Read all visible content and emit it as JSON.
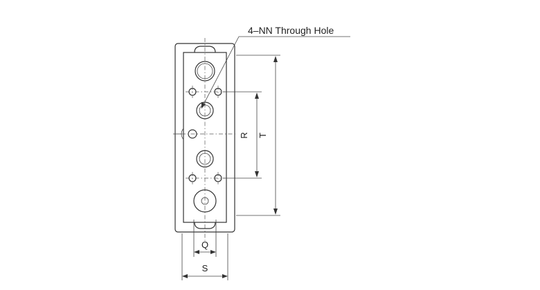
{
  "callout": {
    "text": "4–NN Through Hole"
  },
  "dimensions": {
    "q": "Q",
    "s": "S",
    "r": "R",
    "t": "T"
  },
  "colors": {
    "line": "#333333",
    "background": "#ffffff"
  }
}
